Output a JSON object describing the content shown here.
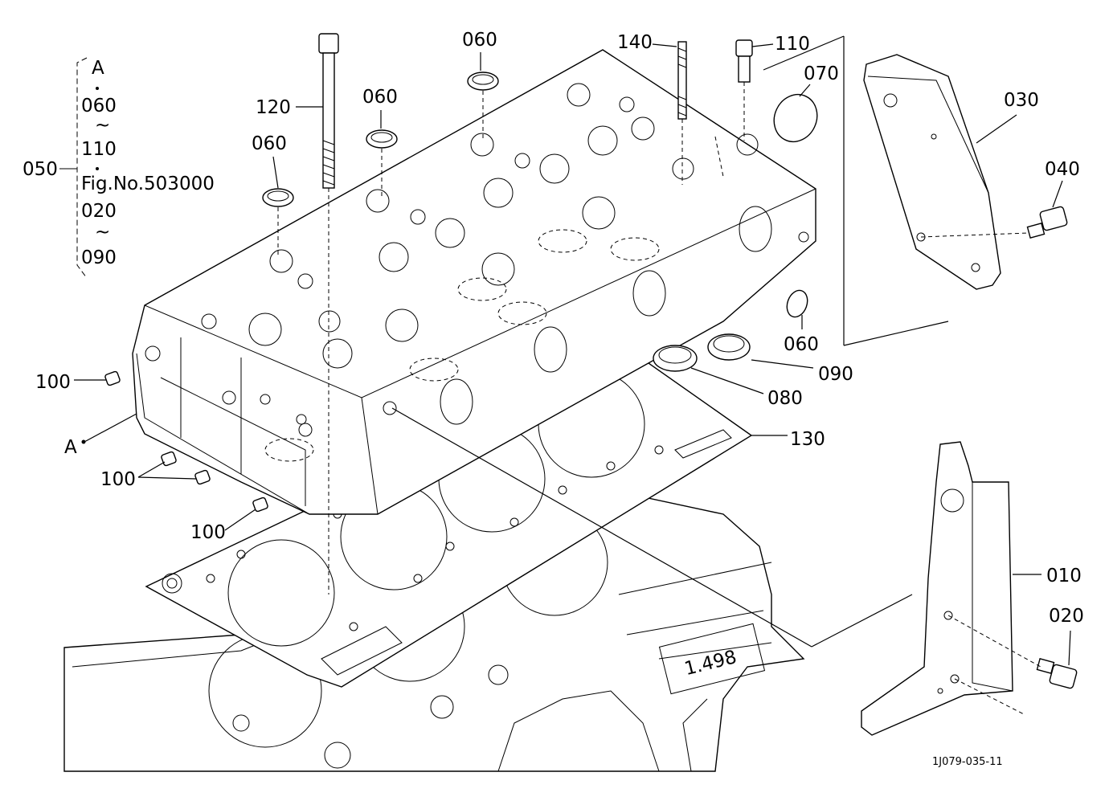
{
  "legend": {
    "group_code": "050",
    "lines": [
      "A",
      "060",
      "~",
      "110",
      "Fig.No.503000",
      "020",
      "~",
      "090"
    ]
  },
  "callouts": {
    "p010": "010",
    "p020": "020",
    "p030": "030",
    "p040": "040",
    "p060_a": "060",
    "p060_b": "060",
    "p060_c": "060",
    "p060_d": "060",
    "p070": "070",
    "p080": "080",
    "p090": "090",
    "p100_a": "100",
    "p100_b": "100",
    "p100_c": "100",
    "p110": "110",
    "p120": "120",
    "p130": "130",
    "p140": "140",
    "ref_a": "A"
  },
  "engraving": "1.498",
  "figure_code": "1J079-035-11"
}
